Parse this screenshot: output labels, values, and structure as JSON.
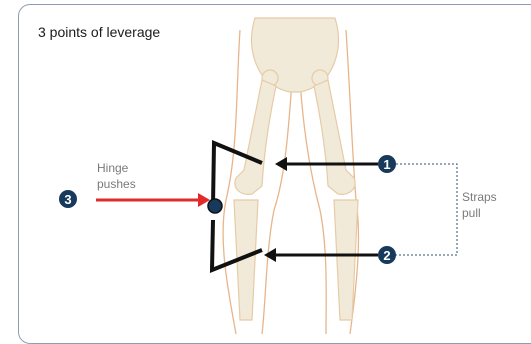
{
  "title": "3 points of leverage",
  "hinge_label": [
    "Hinge",
    "pushes"
  ],
  "straps_label": [
    "Straps",
    "pull"
  ],
  "badges": {
    "hinge": "3",
    "top_strap": "1",
    "bottom_strap": "2"
  },
  "colors": {
    "bone_fill": "#f1ead8",
    "bone_outline": "#e6cba7",
    "skin_outline": "#e8b58a",
    "brace": "#111111",
    "hinge_arrow": "#e12b2b",
    "badge": "#173a5c",
    "dotted_line": "#2e4f73",
    "panel_border": "#8d9db0"
  }
}
